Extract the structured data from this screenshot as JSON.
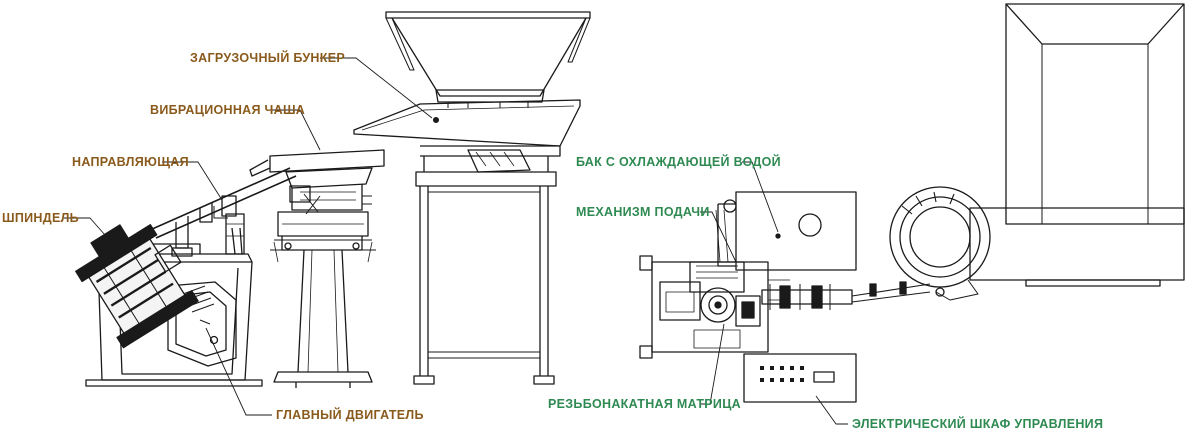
{
  "colors": {
    "left_labels": "#8a5a1c",
    "right_labels": "#2f8a52",
    "line_art": "#1a1a1a"
  },
  "labels": {
    "hopper": "ЗАГРУЗОЧНЫЙ БУНКЕР",
    "vibratory_bowl": "ВИБРАЦИОННАЯ ЧАША",
    "guide_rail": "НАПРАВЛЯЮЩАЯ",
    "spindle": "ШПИНДЕЛЬ",
    "main_motor": "ГЛАВНЫЙ ДВИГАТЕЛЬ",
    "cooling_tank": "БАК С ОХЛАЖДАЮЩЕЙ ВОДОЙ",
    "feed_mechanism": "МЕХАНИЗМ ПОДАЧИ",
    "thread_rolling_die": "РЕЗЬБОНАКАТНАЯ МАТРИЦА",
    "control_cabinet": "ЭЛЕКТРИЧЕСКИЙ ШКАФ УПРАВЛЕНИЯ"
  }
}
